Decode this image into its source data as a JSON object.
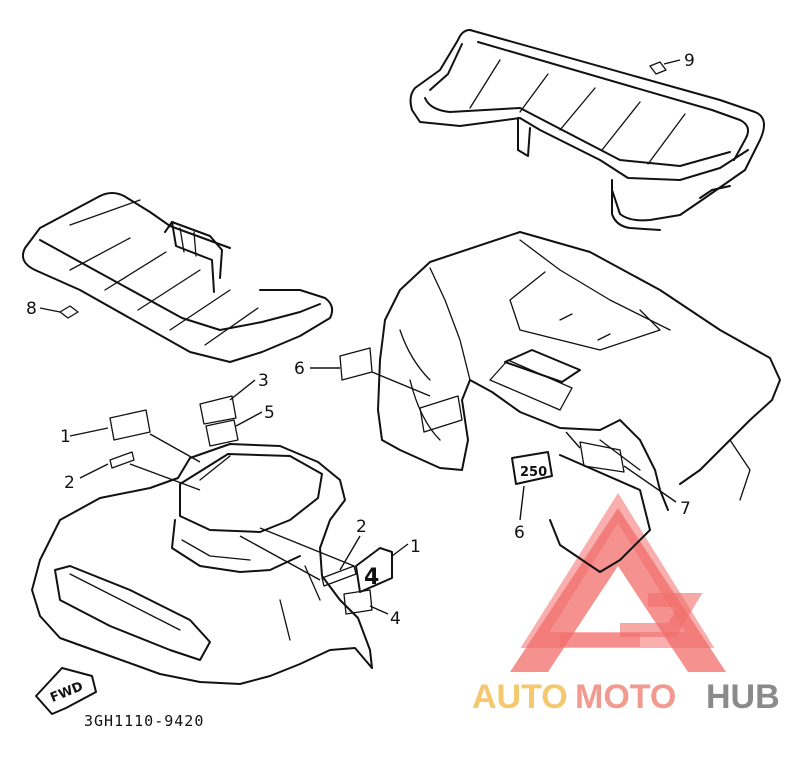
{
  "diagram": {
    "part_code": "3GH1110-9420",
    "fwd_label": "FWD",
    "callouts": [
      {
        "id": "c9",
        "label": "9"
      },
      {
        "id": "c8",
        "label": "8"
      },
      {
        "id": "c3",
        "label": "3"
      },
      {
        "id": "c5",
        "label": "5"
      },
      {
        "id": "c1a",
        "label": "1"
      },
      {
        "id": "c2a",
        "label": "2"
      },
      {
        "id": "c6a",
        "label": "6"
      },
      {
        "id": "c6b",
        "label": "6"
      },
      {
        "id": "c7",
        "label": "7"
      },
      {
        "id": "c2b",
        "label": "2"
      },
      {
        "id": "c1b",
        "label": "1"
      },
      {
        "id": "c4",
        "label": "4"
      }
    ]
  },
  "decals": {
    "emblem_text": "250",
    "badge_text": "4"
  },
  "watermark": {
    "part1": "AUTO",
    "part2": "MOTO",
    "part3": "HUB",
    "color1": "#f6c86e",
    "color2": "#f29a8e",
    "color3": "#8a8a8a",
    "logo_color": "#ef5350"
  }
}
